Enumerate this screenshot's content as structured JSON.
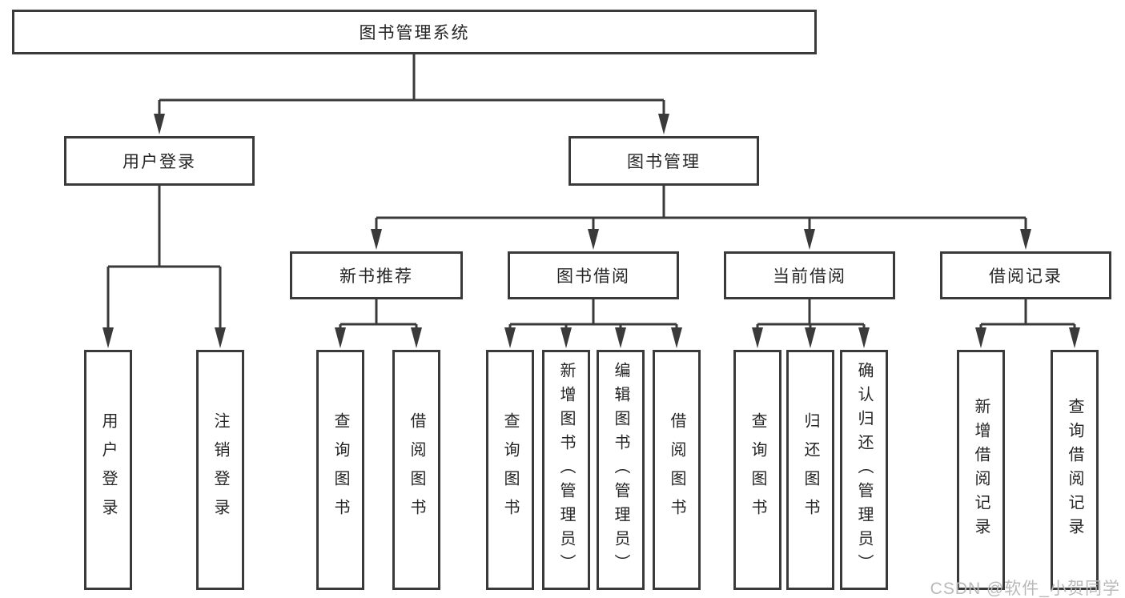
{
  "diagram": {
    "root": {
      "label": "图书管理系统"
    },
    "modules": [
      {
        "label": "用户登录",
        "children": [
          "用户登录",
          "注销登录"
        ]
      },
      {
        "label": "图书管理",
        "sections": [
          {
            "label": "新书推荐",
            "children": [
              "查询图书",
              "借阅图书"
            ]
          },
          {
            "label": "图书借阅",
            "children": [
              "查询图书",
              "新增图书（管理员）",
              "编辑图书（管理员）",
              "借阅图书"
            ]
          },
          {
            "label": "当前借阅",
            "children": [
              "查询图书",
              "归还图书",
              "确认归还（管理员）"
            ]
          },
          {
            "label": "借阅记录",
            "children": [
              "新增借阅记录",
              "查询借阅记录"
            ]
          }
        ]
      }
    ]
  },
  "watermark": {
    "text": "CSDN @软件_小贺同学"
  },
  "colors": {
    "line": "#3a3a3a",
    "box_border": "#3a3a3a",
    "box_fill": "#ffffff",
    "text": "#262626",
    "watermark": "#b9b9b9",
    "background": "#ffffff"
  }
}
